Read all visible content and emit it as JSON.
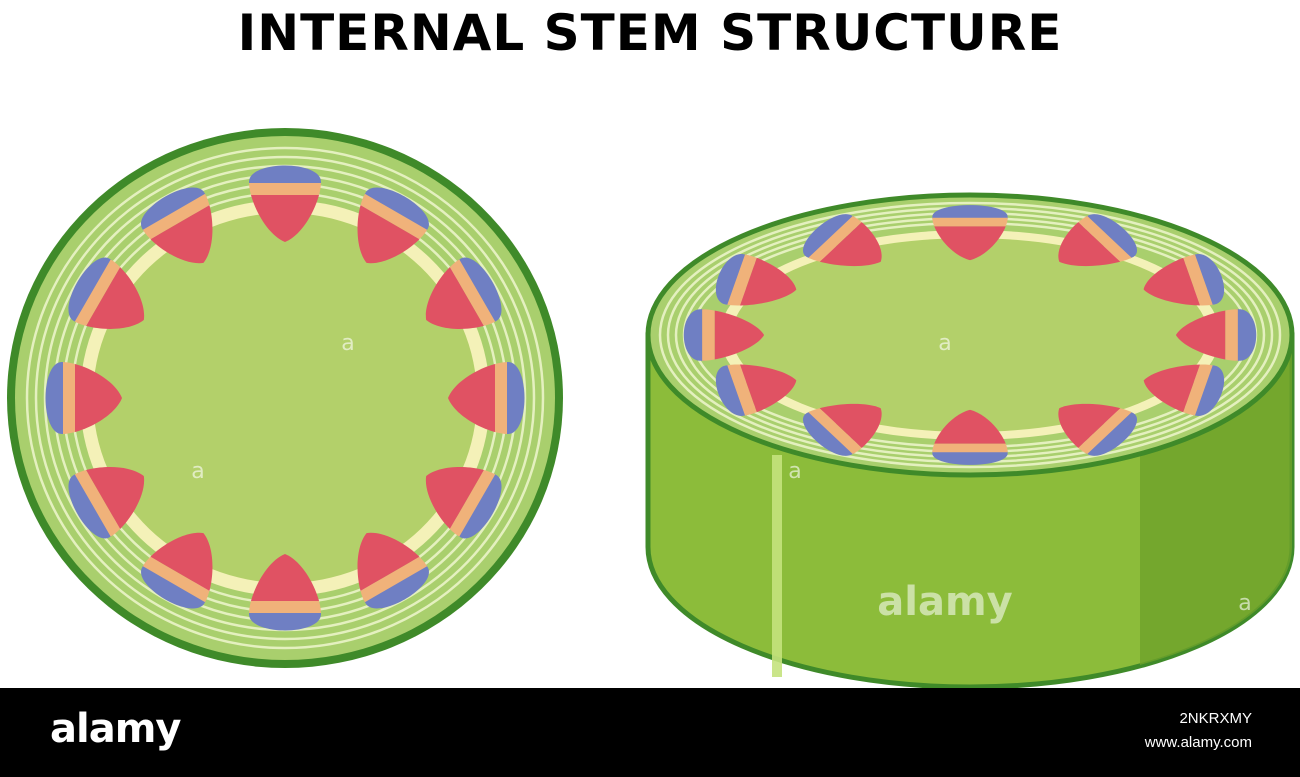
{
  "title": "INTERNAL STEM STRUCTURE",
  "footer": {
    "logo": "alamy",
    "image_id": "2NKRXMY",
    "url": "www.alamy.com"
  },
  "watermarks": [
    "alamy",
    "a"
  ],
  "colors": {
    "outline": "#3f8a29",
    "cortex": "#a9cf6d",
    "rings": "#e4f0bf",
    "pith": "#b3d06a",
    "pericycle": "#f4f1b8",
    "phloem": "#6f7fc3",
    "cambium": "#f0b27a",
    "xylem": "#e05263",
    "side": "#8cbc3a",
    "side_dark": "#6ea12b",
    "footer_bg": "#000000"
  },
  "vascular_bundle_count": 12
}
